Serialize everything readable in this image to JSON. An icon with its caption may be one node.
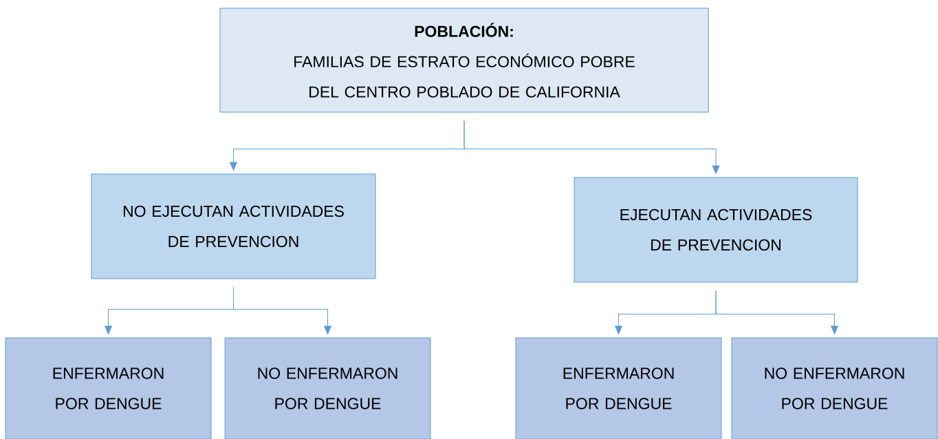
{
  "diagram": {
    "nodes": [
      {
        "text": [
          "POBLACIÓN:",
          "FAMILIAS DE ESTRATO ECONÓMICO POBRE DEL CENTRO POBLADO DE CALIFORNIA"
        ]
      },
      {
        "text": [
          "NO EJECUTAN ACTIVIDADES DE PREVENCION"
        ]
      },
      {
        "text": [
          "EJECUTAN ACTIVIDADES DE PREVENCION"
        ]
      },
      {
        "text": [
          "ENFERMARON POR DENGUE"
        ]
      },
      {
        "text": [
          "NO ENFERMARON POR DENGUE"
        ]
      },
      {
        "text": [
          "ENFERMARON POR DENGUE"
        ]
      },
      {
        "text": [
          "NO ENFERMARON POR DENGUE"
        ]
      }
    ],
    "edges": [
      {
        "from": 0,
        "to": 1,
        "arrow": "to"
      },
      {
        "from": 0,
        "to": 2,
        "arrow": "to"
      },
      {
        "from": 1,
        "to": 3,
        "arrow": "to"
      },
      {
        "from": 1,
        "to": 4,
        "arrow": "to"
      },
      {
        "from": 2,
        "to": 5,
        "arrow": "to"
      },
      {
        "from": 2,
        "to": 6,
        "arrow": "to"
      }
    ]
  }
}
